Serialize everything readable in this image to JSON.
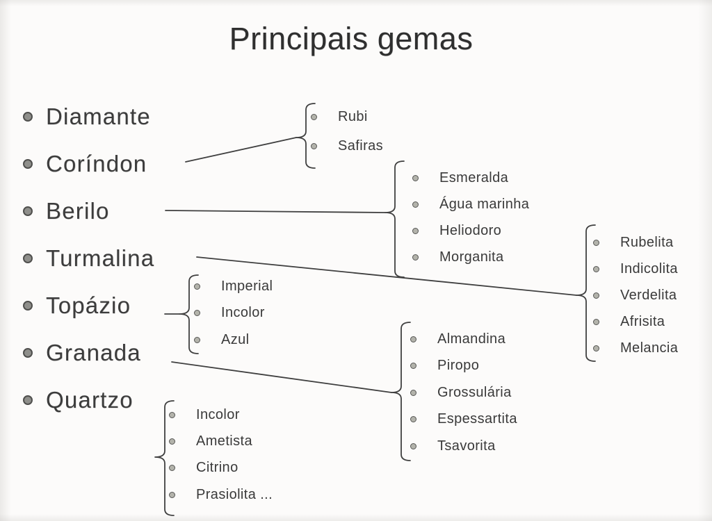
{
  "title": "Principais gemas",
  "colors": {
    "background": "#fcfbfa",
    "text": "#3c3c3c",
    "title_text": "#2f2f2f",
    "connector_line": "#3f3f3f",
    "bullet_fill": "#8f8f8b",
    "bullet_ring": "#4f4f4d"
  },
  "icons": {
    "main_bullet": "filled-circle",
    "sub_bullet": "small-ring-circle",
    "brace": "left-curly-brace"
  },
  "main_list": {
    "items": [
      "Diamante",
      "Coríndon",
      "Berilo",
      "Turmalina",
      "Topázio",
      "Granada",
      "Quartzo"
    ]
  },
  "sub_groups": [
    {
      "parent": "Coríndon",
      "items": [
        "Rubi",
        "Safiras"
      ]
    },
    {
      "parent": "Berilo",
      "items": [
        "Esmeralda",
        "Água marinha",
        "Heliodoro",
        "Morganita"
      ]
    },
    {
      "parent": "Turmalina",
      "items": [
        "Rubelita",
        "Indicolita",
        "Verdelita",
        "Afrisita",
        "Melancia"
      ]
    },
    {
      "parent": "Topázio",
      "items": [
        "Imperial",
        "Incolor",
        "Azul"
      ]
    },
    {
      "parent": "Granada",
      "items": [
        "Almandina",
        "Piropo",
        "Grossulária",
        "Espessartita",
        "Tsavorita"
      ]
    },
    {
      "parent": "Quartzo",
      "items": [
        "Incolor",
        "Ametista",
        "Citrino",
        "Prasiolita ..."
      ]
    }
  ]
}
